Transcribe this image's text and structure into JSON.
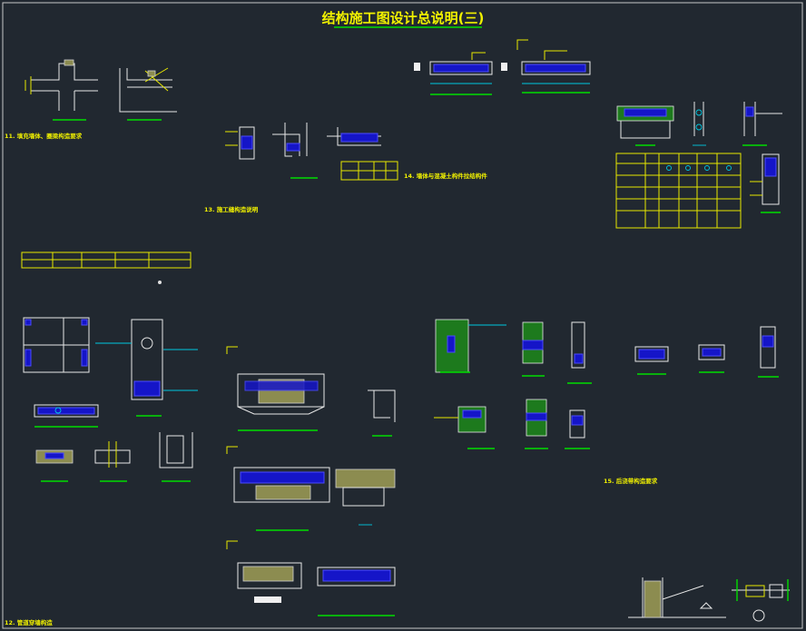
{
  "drawing": {
    "title": "结构施工图设计总说明(三)",
    "notes": {
      "n11": "11. 填充墙体、圈梁构造要求",
      "n12": "12. 管道穿墙构造",
      "n13": "13. 施工缝构造说明",
      "n14": "14. 墙体与混凝土构件拉结构件",
      "n15": "15. 后浇带构造要求"
    }
  },
  "colors": {
    "background": "#212830",
    "text": "#f0f000",
    "lines": "#e8e800",
    "dimension": "#00dd00",
    "leader": "#00c8e0",
    "rebar": "#1515c8"
  }
}
